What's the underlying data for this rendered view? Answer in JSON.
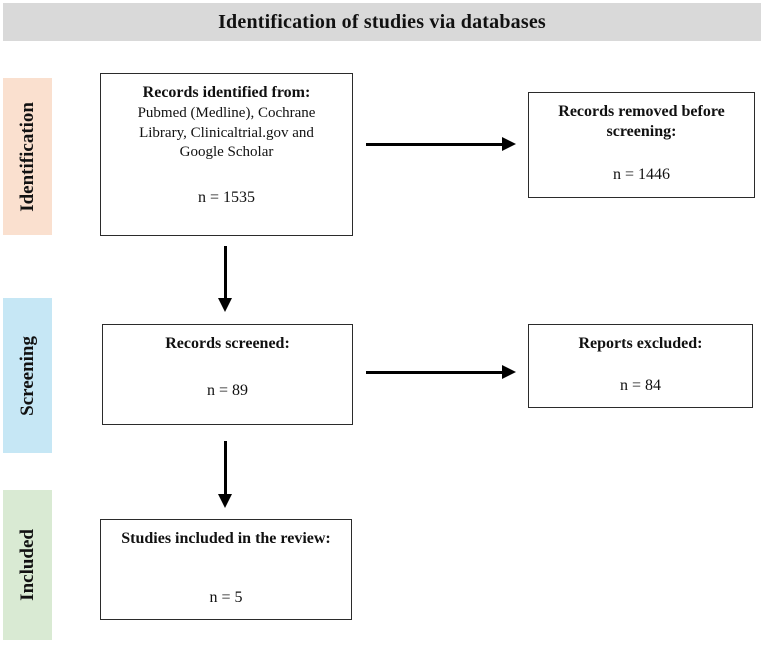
{
  "header": {
    "title": "Identification of studies via databases"
  },
  "colors": {
    "header_bg": "#d9d9d9",
    "identification_band": "#fae0cf",
    "screening_band": "#c6e7f5",
    "included_band": "#d9ead3",
    "box_border": "#2b2b2b",
    "arrow": "#000000"
  },
  "stages": [
    {
      "label": "Identification"
    },
    {
      "label": "Screening"
    },
    {
      "label": "Included"
    }
  ],
  "boxes": [
    {
      "title": "Records identified from:",
      "body": "Pubmed (Medline), Cochrane Library, Clinicaltrial.gov and Google Scholar",
      "count": "n = 1535"
    },
    {
      "title": "Records removed before screening:",
      "count": "n = 1446"
    },
    {
      "title": "Records screened:",
      "count": "n = 89"
    },
    {
      "title": "Reports excluded:",
      "count": "n = 84"
    },
    {
      "title": "Studies included in the review:",
      "count": "n = 5"
    }
  ]
}
